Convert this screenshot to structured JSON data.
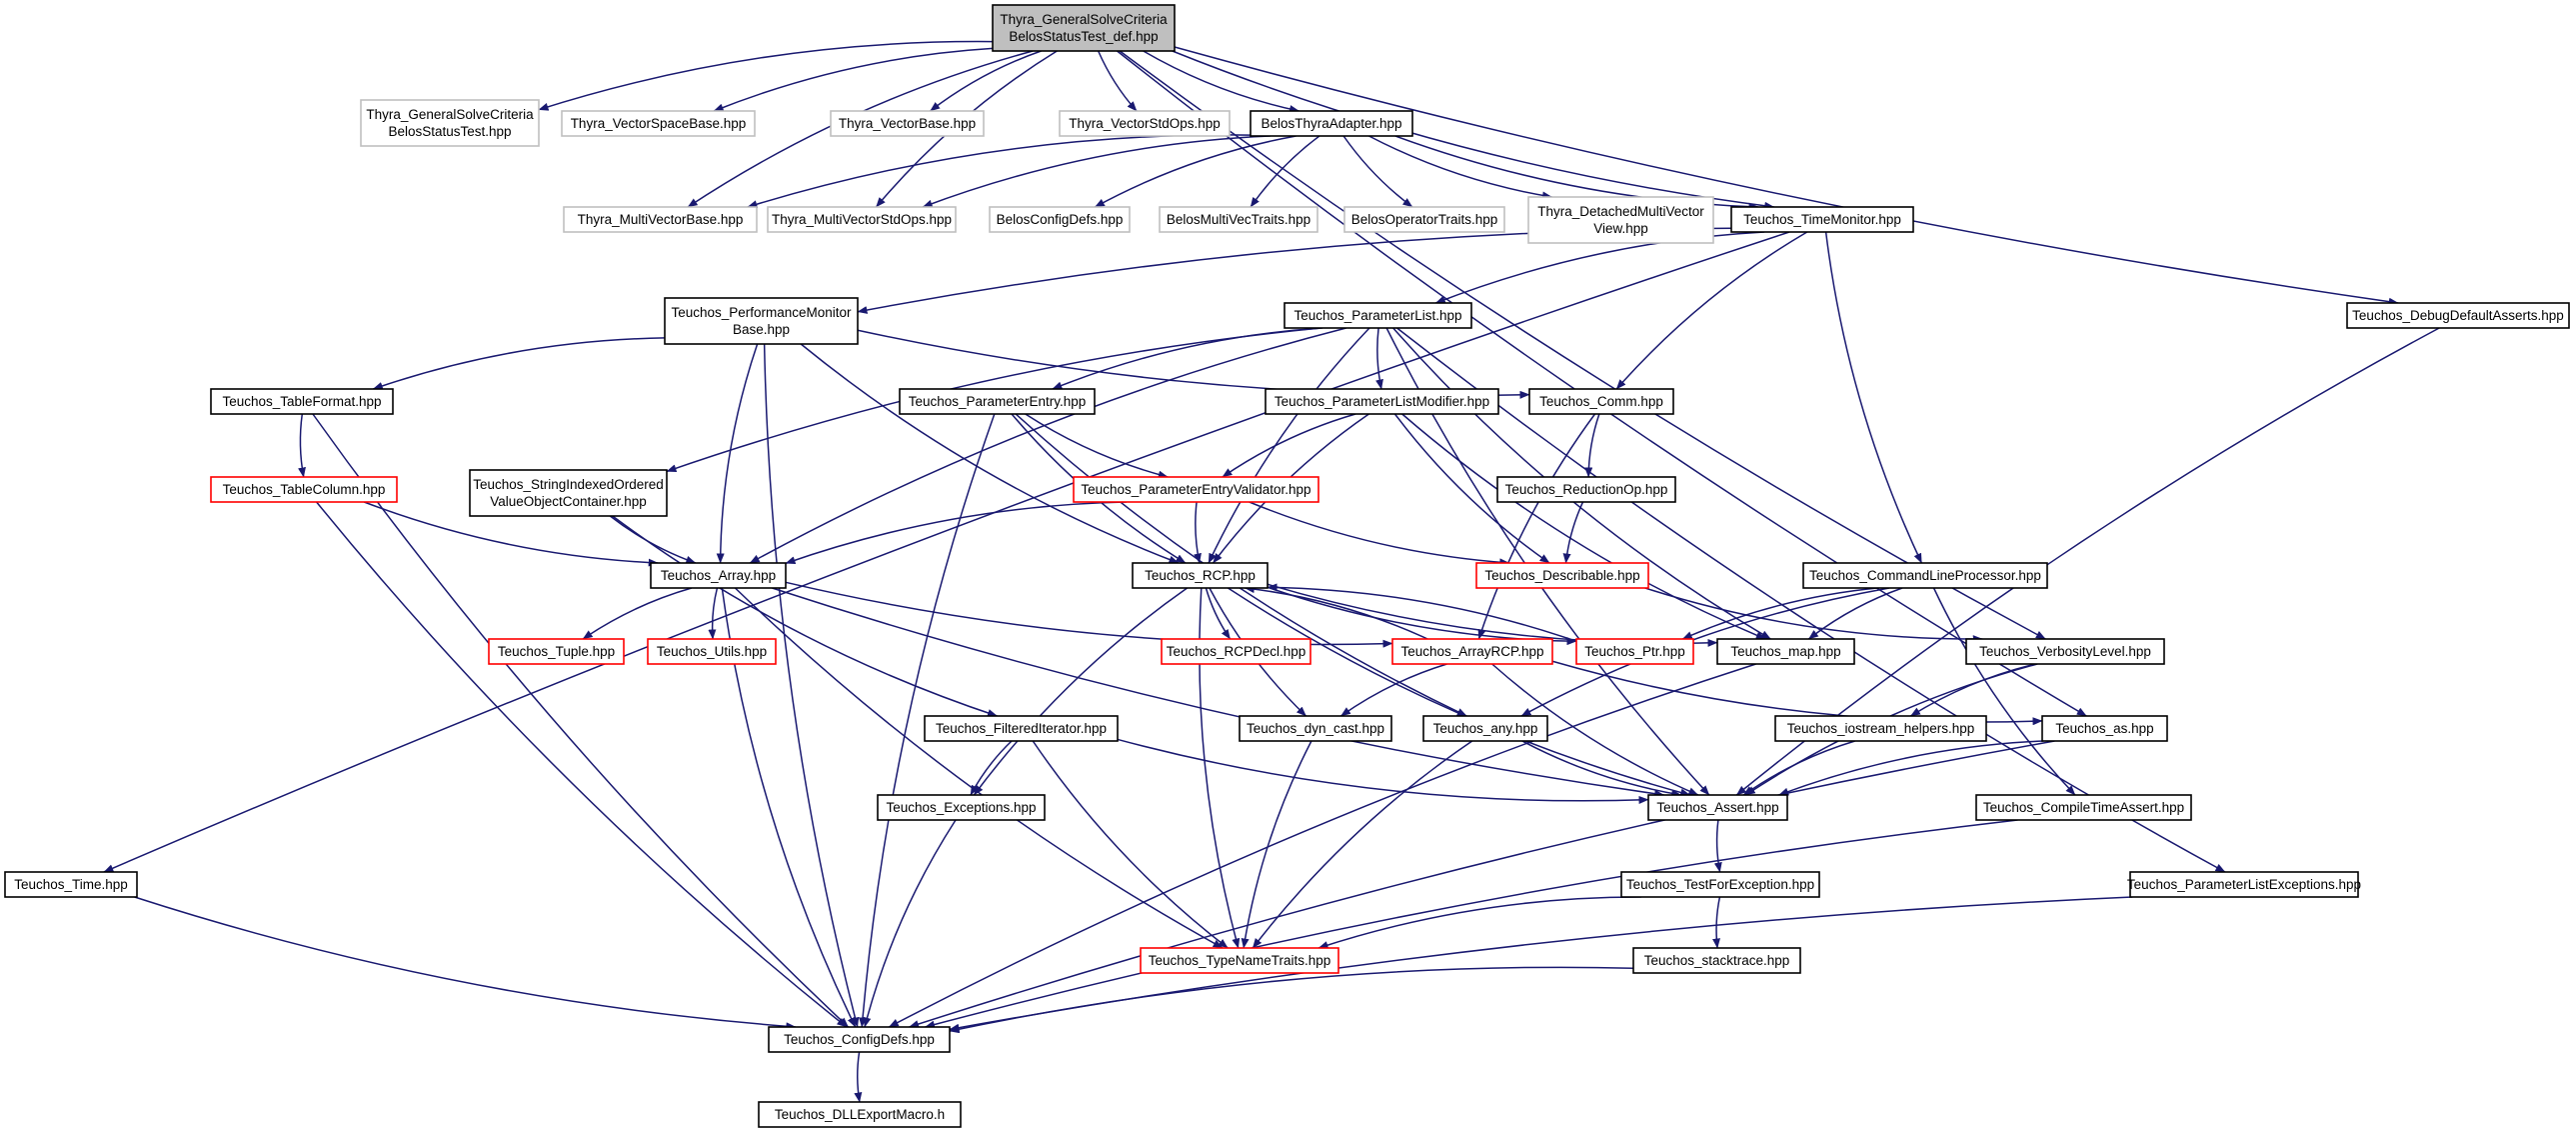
{
  "colors": {
    "edge": "#191970",
    "node_border": "#000000",
    "external_border": "#bfbfbf",
    "undocumented_border": "#ff0000",
    "root_fill": "#bfbfbf",
    "node_fill": "#ffffff"
  },
  "nodes": [
    {
      "id": "root",
      "lines": [
        "Thyra_GeneralSolveCriteria",
        "BelosStatusTest_def.hpp"
      ],
      "style": "root"
    },
    {
      "id": "gscbst",
      "lines": [
        "Thyra_GeneralSolveCriteria",
        "BelosStatusTest.hpp"
      ],
      "style": "external"
    },
    {
      "id": "vsb",
      "lines": [
        "Thyra_VectorSpaceBase.hpp"
      ],
      "style": "external"
    },
    {
      "id": "vb",
      "lines": [
        "Thyra_VectorBase.hpp"
      ],
      "style": "external"
    },
    {
      "id": "vso",
      "lines": [
        "Thyra_VectorStdOps.hpp"
      ],
      "style": "external"
    },
    {
      "id": "bta",
      "lines": [
        "BelosThyraAdapter.hpp"
      ],
      "style": "normal"
    },
    {
      "id": "mvb",
      "lines": [
        "Thyra_MultiVectorBase.hpp"
      ],
      "style": "external"
    },
    {
      "id": "mvso",
      "lines": [
        "Thyra_MultiVectorStdOps.hpp"
      ],
      "style": "external"
    },
    {
      "id": "bcd",
      "lines": [
        "BelosConfigDefs.hpp"
      ],
      "style": "external"
    },
    {
      "id": "bmvt",
      "lines": [
        "BelosMultiVecTraits.hpp"
      ],
      "style": "external"
    },
    {
      "id": "bot",
      "lines": [
        "BelosOperatorTraits.hpp"
      ],
      "style": "external"
    },
    {
      "id": "dmvv",
      "lines": [
        "Thyra_DetachedMultiVector",
        "View.hpp"
      ],
      "style": "external"
    },
    {
      "id": "tm",
      "lines": [
        "Teuchos_TimeMonitor.hpp"
      ],
      "style": "normal"
    },
    {
      "id": "dda",
      "lines": [
        "Teuchos_DebugDefaultAsserts.hpp"
      ],
      "style": "normal"
    },
    {
      "id": "pmb",
      "lines": [
        "Teuchos_PerformanceMonitor",
        "Base.hpp"
      ],
      "style": "normal"
    },
    {
      "id": "pl",
      "lines": [
        "Teuchos_ParameterList.hpp"
      ],
      "style": "normal"
    },
    {
      "id": "tf",
      "lines": [
        "Teuchos_TableFormat.hpp"
      ],
      "style": "normal"
    },
    {
      "id": "pe",
      "lines": [
        "Teuchos_ParameterEntry.hpp"
      ],
      "style": "normal"
    },
    {
      "id": "plm",
      "lines": [
        "Teuchos_ParameterListModifier.hpp"
      ],
      "style": "normal"
    },
    {
      "id": "comm",
      "lines": [
        "Teuchos_Comm.hpp"
      ],
      "style": "normal"
    },
    {
      "id": "tc",
      "lines": [
        "Teuchos_TableColumn.hpp"
      ],
      "style": "undocumented"
    },
    {
      "id": "sio",
      "lines": [
        "Teuchos_StringIndexedOrdered",
        "ValueObjectContainer.hpp"
      ],
      "style": "normal"
    },
    {
      "id": "pev",
      "lines": [
        "Teuchos_ParameterEntryValidator.hpp"
      ],
      "style": "undocumented"
    },
    {
      "id": "ro",
      "lines": [
        "Teuchos_ReductionOp.hpp"
      ],
      "style": "normal"
    },
    {
      "id": "arr",
      "lines": [
        "Teuchos_Array.hpp"
      ],
      "style": "normal"
    },
    {
      "id": "rcp",
      "lines": [
        "Teuchos_RCP.hpp"
      ],
      "style": "normal"
    },
    {
      "id": "desc",
      "lines": [
        "Teuchos_Describable.hpp"
      ],
      "style": "undocumented"
    },
    {
      "id": "clp",
      "lines": [
        "Teuchos_CommandLineProcessor.hpp"
      ],
      "style": "normal"
    },
    {
      "id": "tup",
      "lines": [
        "Teuchos_Tuple.hpp"
      ],
      "style": "undocumented"
    },
    {
      "id": "utl",
      "lines": [
        "Teuchos_Utils.hpp"
      ],
      "style": "undocumented"
    },
    {
      "id": "rcpd",
      "lines": [
        "Teuchos_RCPDecl.hpp"
      ],
      "style": "undocumented"
    },
    {
      "id": "arcp",
      "lines": [
        "Teuchos_ArrayRCP.hpp"
      ],
      "style": "undocumented"
    },
    {
      "id": "ptr",
      "lines": [
        "Teuchos_Ptr.hpp"
      ],
      "style": "undocumented"
    },
    {
      "id": "map",
      "lines": [
        "Teuchos_map.hpp"
      ],
      "style": "normal"
    },
    {
      "id": "vl",
      "lines": [
        "Teuchos_VerbosityLevel.hpp"
      ],
      "style": "normal"
    },
    {
      "id": "fi",
      "lines": [
        "Teuchos_FilteredIterator.hpp"
      ],
      "style": "normal"
    },
    {
      "id": "dyn",
      "lines": [
        "Teuchos_dyn_cast.hpp"
      ],
      "style": "normal"
    },
    {
      "id": "any",
      "lines": [
        "Teuchos_any.hpp"
      ],
      "style": "normal"
    },
    {
      "id": "ioh",
      "lines": [
        "Teuchos_iostream_helpers.hpp"
      ],
      "style": "normal"
    },
    {
      "id": "as",
      "lines": [
        "Teuchos_as.hpp"
      ],
      "style": "normal"
    },
    {
      "id": "exc",
      "lines": [
        "Teuchos_Exceptions.hpp"
      ],
      "style": "normal"
    },
    {
      "id": "asrt",
      "lines": [
        "Teuchos_Assert.hpp"
      ],
      "style": "normal"
    },
    {
      "id": "cta",
      "lines": [
        "Teuchos_CompileTimeAssert.hpp"
      ],
      "style": "normal"
    },
    {
      "id": "time",
      "lines": [
        "Teuchos_Time.hpp"
      ],
      "style": "normal"
    },
    {
      "id": "tfe",
      "lines": [
        "Teuchos_TestForException.hpp"
      ],
      "style": "normal"
    },
    {
      "id": "ple",
      "lines": [
        "Teuchos_ParameterListExceptions.hpp"
      ],
      "style": "normal"
    },
    {
      "id": "tnt",
      "lines": [
        "Teuchos_TypeNameTraits.hpp"
      ],
      "style": "undocumented"
    },
    {
      "id": "st",
      "lines": [
        "Teuchos_stacktrace.hpp"
      ],
      "style": "normal"
    },
    {
      "id": "cd",
      "lines": [
        "Teuchos_ConfigDefs.hpp"
      ],
      "style": "normal"
    },
    {
      "id": "dll",
      "lines": [
        "Teuchos_DLLExportMacro.h"
      ],
      "style": "normal"
    }
  ],
  "edges": [
    [
      "root",
      "gscbst"
    ],
    [
      "root",
      "vsb"
    ],
    [
      "root",
      "vb"
    ],
    [
      "root",
      "vso"
    ],
    [
      "root",
      "bta"
    ],
    [
      "root",
      "mvb"
    ],
    [
      "root",
      "mvso"
    ],
    [
      "root",
      "tm"
    ],
    [
      "root",
      "vl"
    ],
    [
      "root",
      "as"
    ],
    [
      "root",
      "dda"
    ],
    [
      "bta",
      "mvb"
    ],
    [
      "bta",
      "mvso"
    ],
    [
      "bta",
      "bcd"
    ],
    [
      "bta",
      "bmvt"
    ],
    [
      "bta",
      "bot"
    ],
    [
      "bta",
      "dmvv"
    ],
    [
      "bta",
      "tm"
    ],
    [
      "tm",
      "pmb"
    ],
    [
      "tm",
      "pl"
    ],
    [
      "tm",
      "comm"
    ],
    [
      "tm",
      "clp"
    ],
    [
      "tm",
      "time"
    ],
    [
      "pmb",
      "tf"
    ],
    [
      "pmb",
      "arr"
    ],
    [
      "pmb",
      "rcp"
    ],
    [
      "pmb",
      "comm"
    ],
    [
      "pmb",
      "cd"
    ],
    [
      "pl",
      "pe"
    ],
    [
      "pl",
      "plm"
    ],
    [
      "pl",
      "sio"
    ],
    [
      "pl",
      "arr"
    ],
    [
      "pl",
      "rcp"
    ],
    [
      "pl",
      "map"
    ],
    [
      "pl",
      "asrt"
    ],
    [
      "pl",
      "ple"
    ],
    [
      "tf",
      "tc"
    ],
    [
      "tf",
      "cd"
    ],
    [
      "pe",
      "pev"
    ],
    [
      "pe",
      "rcp"
    ],
    [
      "pe",
      "any"
    ],
    [
      "pe",
      "cd"
    ],
    [
      "plm",
      "pev"
    ],
    [
      "plm",
      "rcp"
    ],
    [
      "plm",
      "desc"
    ],
    [
      "plm",
      "map"
    ],
    [
      "comm",
      "ro"
    ],
    [
      "comm",
      "arcp"
    ],
    [
      "tc",
      "arr"
    ],
    [
      "tc",
      "cd"
    ],
    [
      "sio",
      "arr"
    ],
    [
      "sio",
      "fi"
    ],
    [
      "pev",
      "arr"
    ],
    [
      "pev",
      "rcp"
    ],
    [
      "pev",
      "desc"
    ],
    [
      "ro",
      "desc"
    ],
    [
      "arr",
      "tup"
    ],
    [
      "arr",
      "utl"
    ],
    [
      "arr",
      "arcp"
    ],
    [
      "arr",
      "asrt"
    ],
    [
      "arr",
      "tnt"
    ],
    [
      "arr",
      "cd"
    ],
    [
      "rcp",
      "rcpd"
    ],
    [
      "rcp",
      "ptr"
    ],
    [
      "rcp",
      "map"
    ],
    [
      "rcp",
      "exc"
    ],
    [
      "rcp",
      "dyn"
    ],
    [
      "rcp",
      "asrt"
    ],
    [
      "rcp",
      "tnt"
    ],
    [
      "desc",
      "vl"
    ],
    [
      "clp",
      "map"
    ],
    [
      "clp",
      "ptr"
    ],
    [
      "clp",
      "any"
    ],
    [
      "clp",
      "cta"
    ],
    [
      "arcp",
      "rcp"
    ],
    [
      "arcp",
      "dyn"
    ],
    [
      "arcp",
      "as"
    ],
    [
      "arcp",
      "asrt"
    ],
    [
      "ptr",
      "rcp"
    ],
    [
      "map",
      "cd"
    ],
    [
      "vl",
      "ioh"
    ],
    [
      "vl",
      "asrt"
    ],
    [
      "fi",
      "exc"
    ],
    [
      "fi",
      "tnt"
    ],
    [
      "fi",
      "asrt"
    ],
    [
      "dyn",
      "tnt"
    ],
    [
      "any",
      "asrt"
    ],
    [
      "any",
      "tnt"
    ],
    [
      "ioh",
      "asrt"
    ],
    [
      "as",
      "asrt"
    ],
    [
      "as",
      "cd"
    ],
    [
      "exc",
      "cd"
    ],
    [
      "asrt",
      "tfe"
    ],
    [
      "cta",
      "cd"
    ],
    [
      "time",
      "cd"
    ],
    [
      "tfe",
      "tnt"
    ],
    [
      "tfe",
      "st"
    ],
    [
      "ple",
      "cd"
    ],
    [
      "st",
      "cd"
    ],
    [
      "dda",
      "asrt"
    ],
    [
      "cd",
      "dll"
    ]
  ]
}
